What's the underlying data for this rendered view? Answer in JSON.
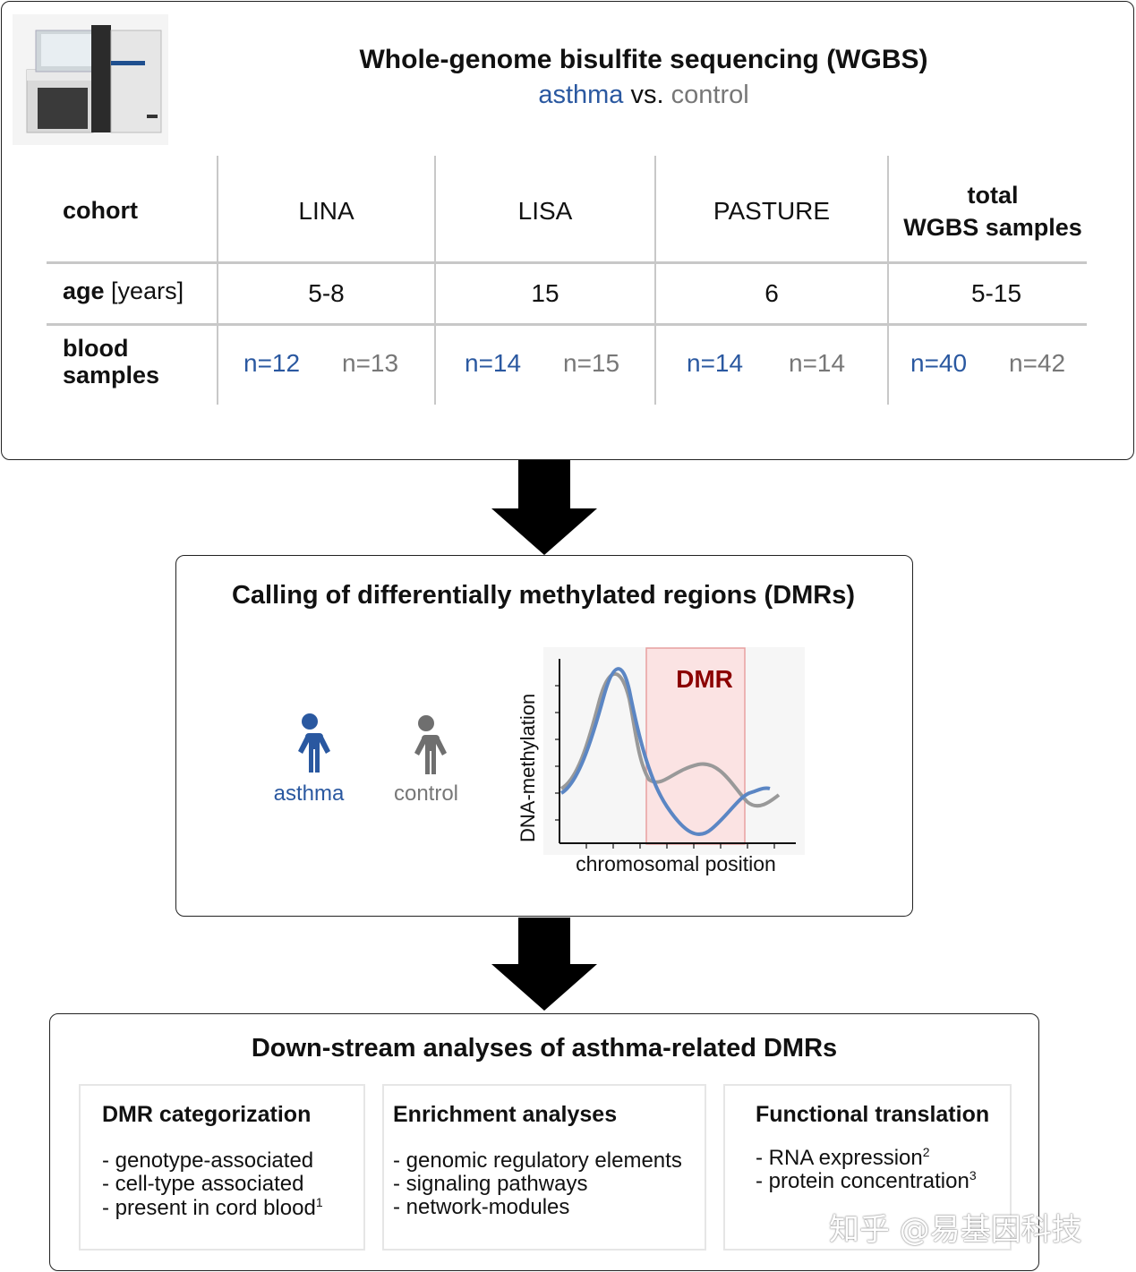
{
  "wgbs": {
    "title": "Whole-genome bisulfite sequencing (WGBS)",
    "subtitle_asthma": "asthma",
    "subtitle_vs": "vs.",
    "subtitle_control": "control",
    "table": {
      "header_cohort": "cohort",
      "cohorts": [
        "LINA",
        "LISA",
        "PASTURE"
      ],
      "total_line1": "total",
      "total_line2": "WGBS samples",
      "age_label_bold": "age",
      "age_label_unit": "[years]",
      "ages": [
        "5-8",
        "15",
        "6",
        "5-15"
      ],
      "blood_label_1": "blood",
      "blood_label_2": "samples",
      "samples": [
        {
          "asthma": "n=12",
          "control": "n=13"
        },
        {
          "asthma": "n=14",
          "control": "n=15"
        },
        {
          "asthma": "n=14",
          "control": "n=14"
        },
        {
          "asthma": "n=40",
          "control": "n=42"
        }
      ]
    }
  },
  "dmr_calling": {
    "title": "Calling of differentially methylated regions (DMRs)",
    "asthma_label": "asthma",
    "control_label": "control",
    "plot_ylabel": "DNA-methylation",
    "plot_xlabel": "chromosomal position",
    "region_label": "DMR"
  },
  "downstream": {
    "title": "Down-stream analyses of asthma-related DMRs",
    "boxes": [
      {
        "title": "DMR categorization",
        "items": [
          "- genotype-associated",
          "- cell-type associated",
          "- present in cord blood"
        ],
        "sup_on_last": "1"
      },
      {
        "title": "Enrichment analyses",
        "items": [
          "- genomic regulatory elements",
          "- signaling pathways",
          "- network-modules"
        ]
      },
      {
        "title": "Functional translation",
        "items": [
          "- RNA expression",
          "- protein concentration"
        ],
        "sups": [
          "2",
          "3"
        ]
      }
    ]
  },
  "watermark": "知乎 @易基因科技",
  "colors": {
    "asthma": "#2a58a0",
    "control": "#777777",
    "dmr_region": "#fbe3e3",
    "dmr_text": "#8b0000"
  }
}
